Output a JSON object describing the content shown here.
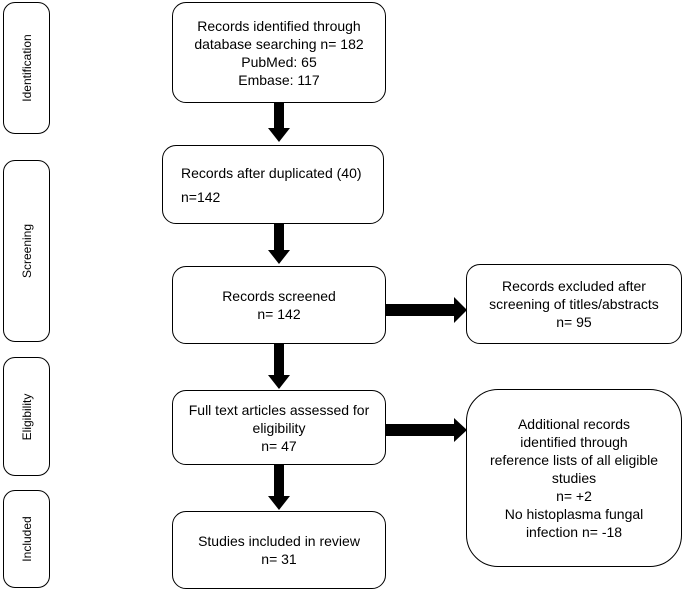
{
  "stages": {
    "identification": "Identification",
    "screening": "Screening",
    "eligibility": "Eligibility",
    "included": "Included"
  },
  "boxes": {
    "identified": [
      "Records identified through",
      "database searching n= 182",
      "PubMed: 65",
      "Embase: 117"
    ],
    "after_duplicates": [
      "Records after duplicated (40)",
      "n=142"
    ],
    "screened": [
      "Records screened",
      "n= 142"
    ],
    "excluded": [
      "Records excluded after",
      "screening of titles/abstracts",
      "n= 95"
    ],
    "full_text": [
      "Full text articles assessed for",
      "eligibility",
      "n= 47"
    ],
    "additional": [
      "Additional records",
      "identified through",
      "reference lists of all eligible",
      "studies",
      "n= +2",
      "No histoplasma fungal",
      "infection n= -18"
    ],
    "included": [
      "Studies included in review",
      "n= 31"
    ]
  }
}
